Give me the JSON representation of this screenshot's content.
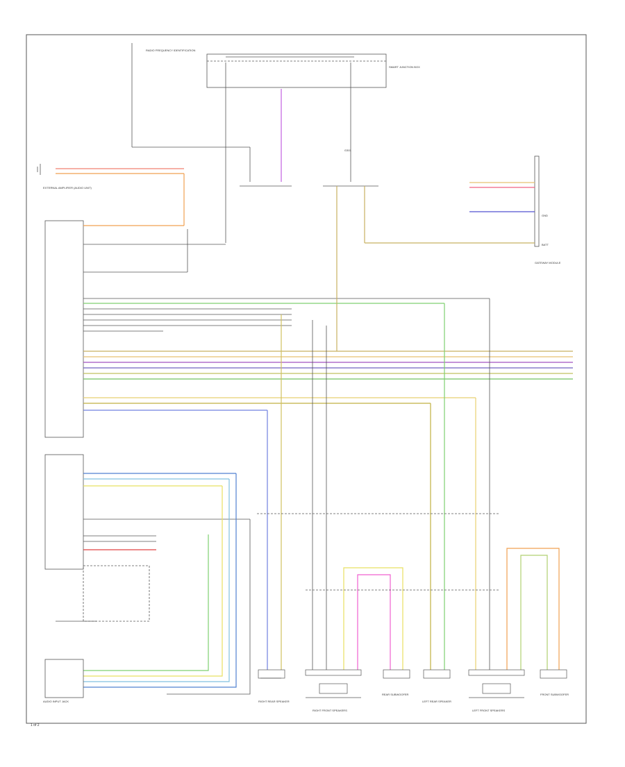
{
  "diagram_code": "1 of 2",
  "labels": {
    "external_amp": "EXTERNAL AMPLIFIER (AUDIO UNIT)",
    "audio_input_jack": "AUDIO INPUT JACK",
    "smart_junction_box": "SMART JUNCTION BOX",
    "rfid": "RADIO FREQUENCY IDENTIFICATION",
    "gateway": "GATEWAY MODULE",
    "right_rear_speaker": "RIGHT REAR SPEAKER",
    "right_front_speakers": "RIGHT FRONT SPEAKERS",
    "left_rear_speaker": "LEFT REAR SPEAKER",
    "left_front_speakers": "LEFT FRONT SPEAKERS",
    "rear_subwoofer": "REAR SUBWOOFER",
    "front_subwoofer": "FRONT SUBWOOFER",
    "ground": "G301",
    "battery": "BATT",
    "ground2": "GND"
  },
  "wire_colors": {
    "orange": "#f0a050",
    "green": "#7fd070",
    "yellow": "#e8e060",
    "khaki": "#c8b060",
    "purple": "#a050c0",
    "violet": "#c060e0",
    "blue": "#5060e0",
    "lightblue": "#80c0e0",
    "red": "#e04040",
    "pink": "#f060d0",
    "gray": "#888888",
    "tan": "#d0b080",
    "darkyellow": "#c0b040",
    "blackgray": "#555555"
  }
}
